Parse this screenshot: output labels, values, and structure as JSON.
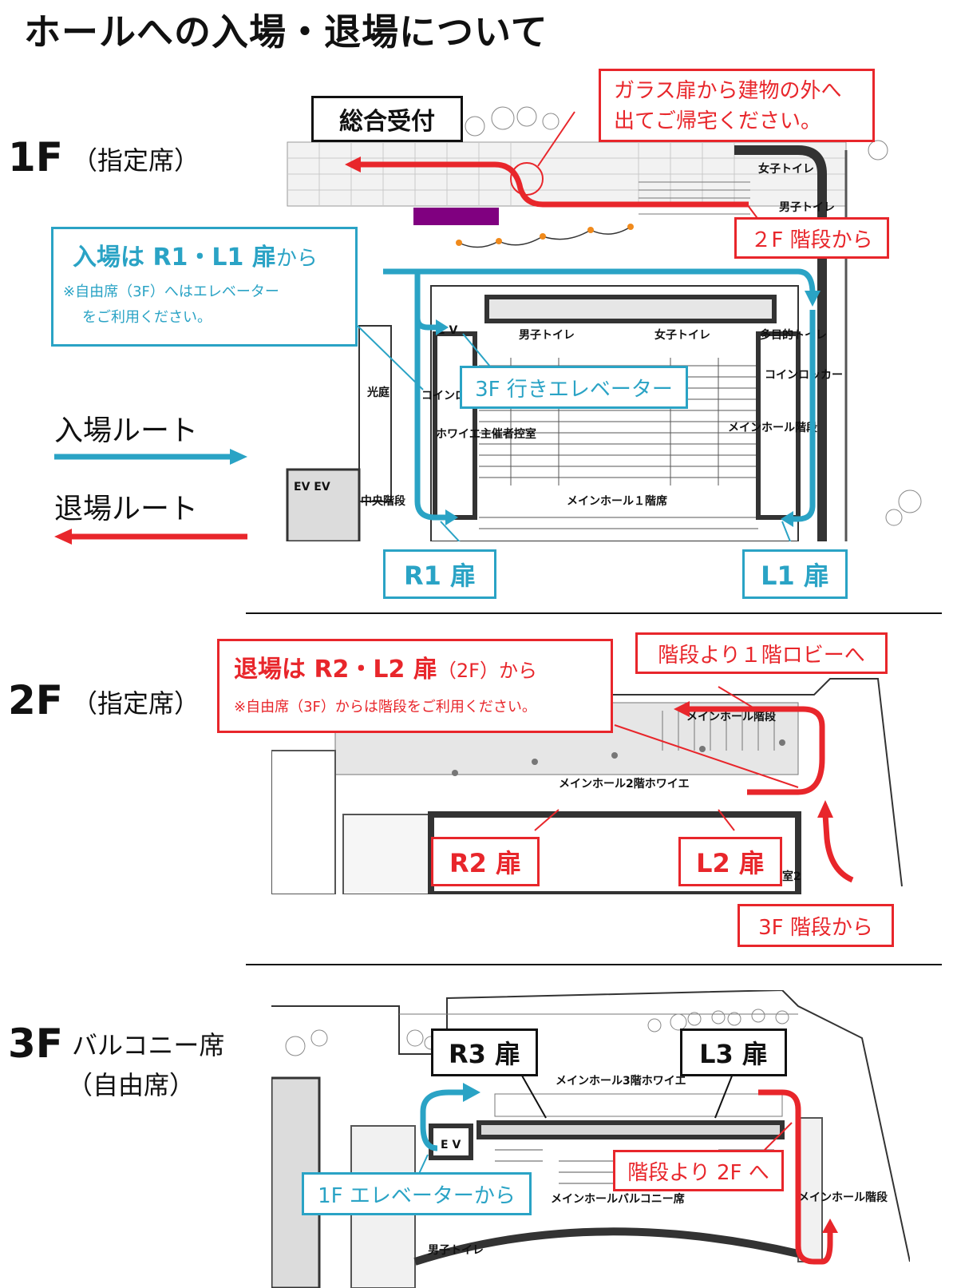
{
  "title": "ホールへの入場・退場について",
  "colors": {
    "entry": "#2aa3c5",
    "exit": "#e8262b",
    "text": "#111111",
    "reception_bar": "#800080"
  },
  "floors": {
    "f1": {
      "label": "1F",
      "seat_type": "（指定席）",
      "reception": "総合受付",
      "exit_note": "ガラス扉から建物の外へ出てご帰宅ください。",
      "from_2f_stairs": "２F 階段から",
      "entry_info": {
        "main_prefix": "入場は",
        "main_doors": "R1・L1 扉",
        "main_suffix": "から",
        "sub_line1": "※自由席（3F）へはエレベーター",
        "sub_line2": "をご利用ください。"
      },
      "elevator_to_3f": "3F 行きエレベーター",
      "door_r": "R1 扉",
      "door_l": "L1 扉",
      "map_labels": {
        "ev": "E V",
        "mens_toilet": "男子トイレ",
        "womens_toilet": "女子トイレ",
        "multi_toilet": "多目的トイレ",
        "coin_locker": "コインロッカー",
        "courtyard": "光庭",
        "coin_short": "コインロ",
        "foyer_room": "ホワイエ主催者控室",
        "main_hall_stairs": "メインホール階段",
        "center_stairs": "中央階段",
        "main_hall_1f": "メインホール１階席",
        "womens_toilet_top": "女子トイレ",
        "mens_toilet_top": "男子トイレ",
        "ev_pair": "EV EV"
      }
    },
    "f2": {
      "label": "2F",
      "seat_type": "（指定席）",
      "exit_info": {
        "main_prefix": "退場は",
        "main_doors": "R2・L2 扉",
        "main_suffix": "（2F）から",
        "sub": "※自由席（3F）からは階段をご利用ください。"
      },
      "stairs_to_1f": "階段より１階ロビーへ",
      "from_3f_stairs": "3F 階段から",
      "door_r": "R2 扉",
      "door_l": "L2 扉",
      "map_labels": {
        "foyer": "メインホール2階ホワイエ",
        "stairs": "メインホール階段",
        "room2": "室2"
      }
    },
    "f3": {
      "label": "3F",
      "seat_type": "バルコニー席",
      "seat_note": "（自由席）",
      "door_r": "R3 扉",
      "door_l": "L3 扉",
      "stairs_to_2f": "階段より 2F へ",
      "from_1f_elevator": "1F エレベーターから",
      "map_labels": {
        "foyer": "メインホール3階ホワイエ",
        "ev": "E V",
        "balcony": "メインホールバルコニー席",
        "stairs": "メインホール階段",
        "mens_toilet": "男子トイレ"
      }
    }
  },
  "legend": {
    "entry_route": "入場ルート",
    "exit_route": "退場ルート"
  }
}
